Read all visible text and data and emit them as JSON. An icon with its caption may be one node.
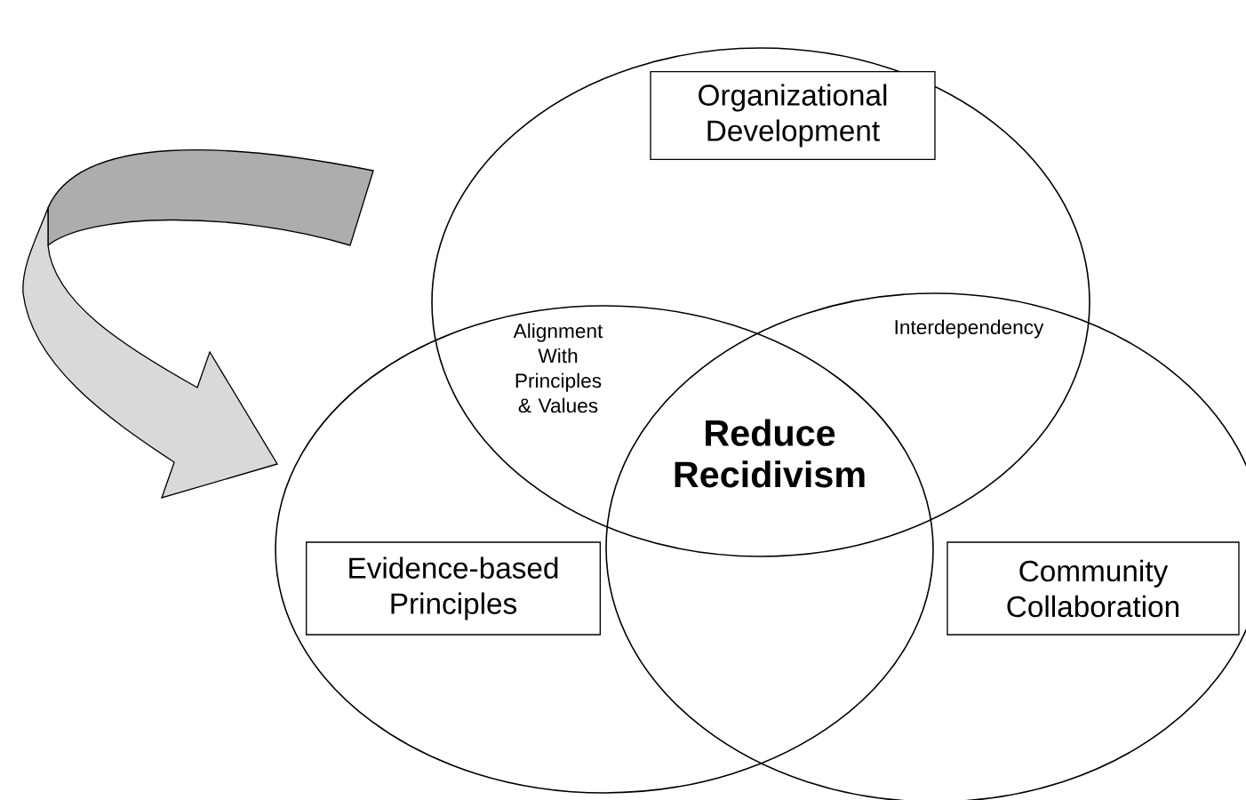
{
  "diagram": {
    "nodes": [
      {
        "text": [
          "Organizational Development"
        ]
      },
      {
        "text": [
          "Evidence-based Principles"
        ]
      },
      {
        "text": [
          "Community Collaboration"
        ]
      }
    ],
    "labels": [
      "Alignment With Principles & Values",
      "Interdependency",
      "Reduce Recidivism"
    ]
  }
}
